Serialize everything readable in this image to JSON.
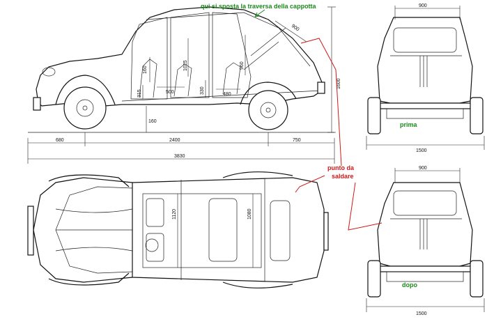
{
  "annotations": {
    "traversa_note": "qui si sposta la traversa della cappotta",
    "punto_line1": "punto  da",
    "punto_line2": "saldare",
    "prima": "prima",
    "dopo": "dopo"
  },
  "dimensions": {
    "front_overhang": "680",
    "wheelbase": "2400",
    "rear_overhang": "750",
    "total_length": "3830",
    "height": "1600",
    "ground_clearance": "160",
    "roof_span": "900",
    "interior_1025": "1025",
    "interior_160": "160",
    "interior_960": "960",
    "interior_315": "315",
    "interior_500": "500",
    "interior_330": "330",
    "interior_480": "480",
    "width_1120": "1120",
    "width_1080": "1080",
    "top_width_prima": "900",
    "track_prima": "1500",
    "top_width_dopo": "900",
    "track_dopo": "1500"
  },
  "colors": {
    "green": "#1a8a1a",
    "red": "#d01818"
  }
}
